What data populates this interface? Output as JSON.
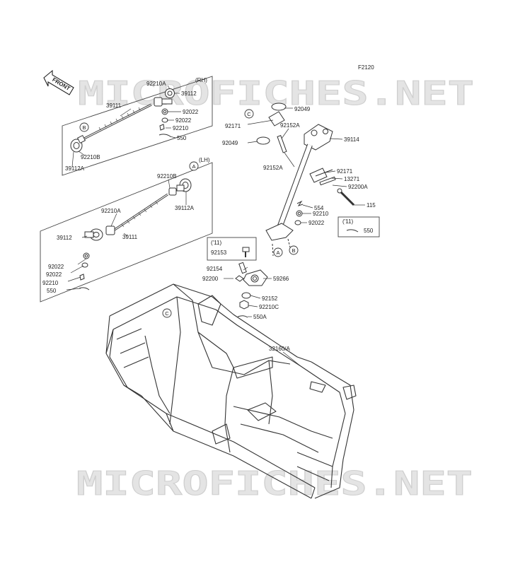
{
  "figure_code": "F2120",
  "front_label": "FRONT",
  "watermark": "MICROFICHES.NET",
  "box_labels": {
    "rh": "(RH)",
    "lh": "(LH)",
    "year_a": "('11)",
    "year_b": "('11)"
  },
  "callouts": [
    {
      "id": "c1",
      "text": "C"
    },
    {
      "id": "c2",
      "text": "B"
    },
    {
      "id": "c3",
      "text": "A"
    },
    {
      "id": "c4",
      "text": "A"
    },
    {
      "id": "c5",
      "text": "B"
    },
    {
      "id": "c6",
      "text": "C"
    }
  ],
  "parts": [
    {
      "id": "p01",
      "number": "92210A"
    },
    {
      "id": "p02",
      "number": "39112"
    },
    {
      "id": "p03",
      "number": "39111"
    },
    {
      "id": "p04",
      "number": "92022"
    },
    {
      "id": "p05",
      "number": "92022"
    },
    {
      "id": "p06",
      "number": "92210"
    },
    {
      "id": "p07",
      "number": "550"
    },
    {
      "id": "p08",
      "number": "92210B"
    },
    {
      "id": "p09",
      "number": "39112A"
    },
    {
      "id": "p10",
      "number": "92210B"
    },
    {
      "id": "p11",
      "number": "39112A"
    },
    {
      "id": "p12",
      "number": "92210A"
    },
    {
      "id": "p13",
      "number": "39112"
    },
    {
      "id": "p14",
      "number": "39111"
    },
    {
      "id": "p15",
      "number": "92022"
    },
    {
      "id": "p16",
      "number": "92022"
    },
    {
      "id": "p17",
      "number": "92210"
    },
    {
      "id": "p18",
      "number": "550"
    },
    {
      "id": "p19",
      "number": "92049"
    },
    {
      "id": "p20",
      "number": "92171"
    },
    {
      "id": "p21",
      "number": "92152A"
    },
    {
      "id": "p22",
      "number": "92049"
    },
    {
      "id": "p23",
      "number": "39114"
    },
    {
      "id": "p24",
      "number": "92152A"
    },
    {
      "id": "p25",
      "number": "92171"
    },
    {
      "id": "p26",
      "number": "13271"
    },
    {
      "id": "p27",
      "number": "92200A"
    },
    {
      "id": "p28",
      "number": "115"
    },
    {
      "id": "p29",
      "number": "554"
    },
    {
      "id": "p30",
      "number": "92210"
    },
    {
      "id": "p31",
      "number": "92022"
    },
    {
      "id": "p32",
      "number": "550"
    },
    {
      "id": "p33",
      "number": "92153"
    },
    {
      "id": "p34",
      "number": "92154"
    },
    {
      "id": "p35",
      "number": "92200"
    },
    {
      "id": "p36",
      "number": "59266"
    },
    {
      "id": "p37",
      "number": "92152"
    },
    {
      "id": "p38",
      "number": "92210C"
    },
    {
      "id": "p39",
      "number": "550A"
    },
    {
      "id": "p40",
      "number": "32160/A"
    }
  ]
}
